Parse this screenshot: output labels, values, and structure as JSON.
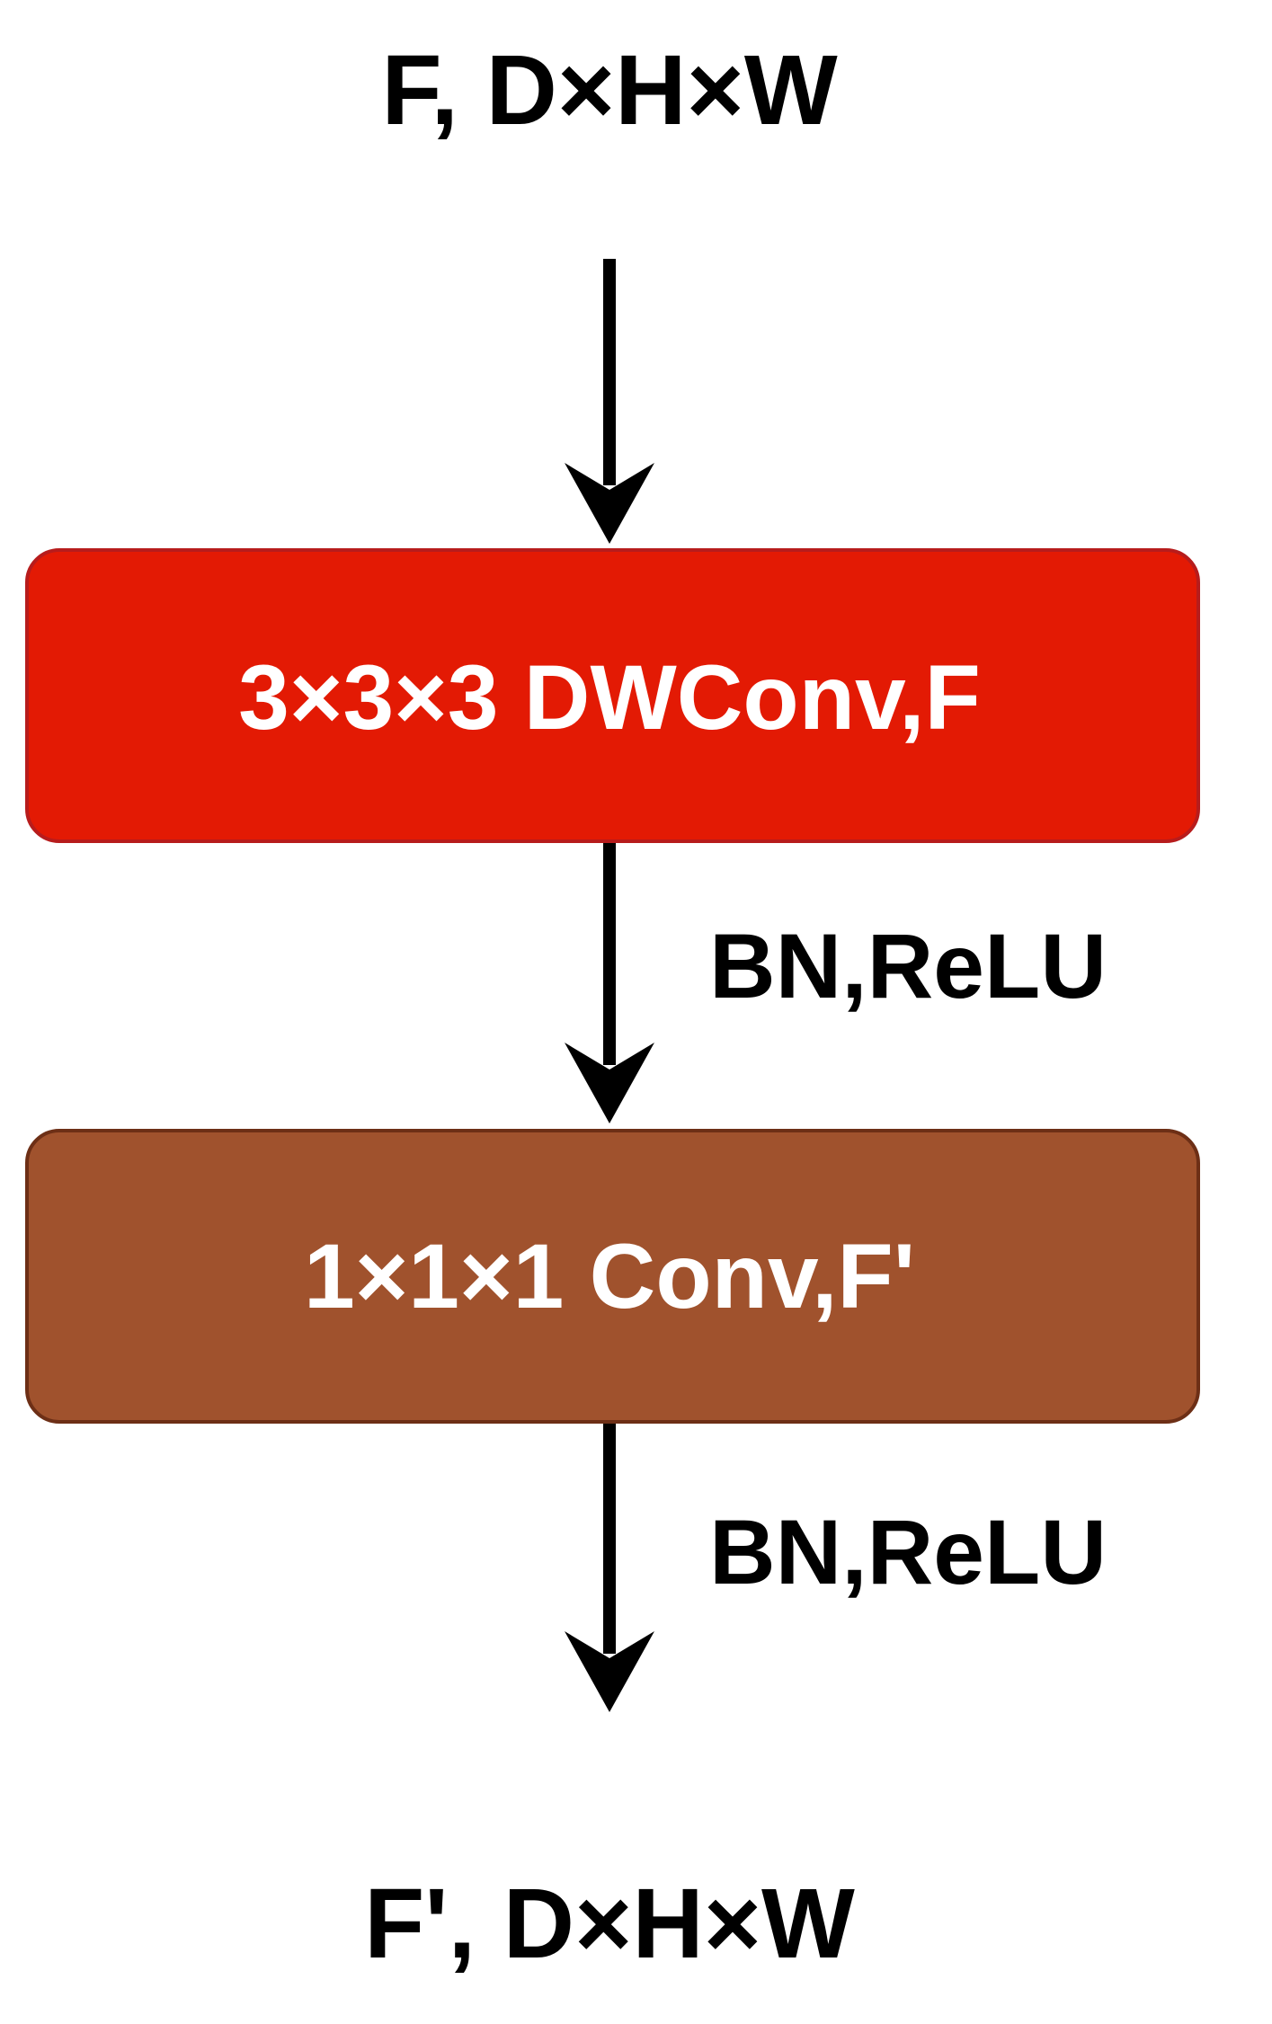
{
  "input_label": "F, D×H×W",
  "output_label": "F', D×H×W",
  "blocks": [
    {
      "label": "3×3×3 DWConv,F",
      "fill": "#e31a04",
      "stroke": "#b71c1c",
      "text_color": "#ffffff"
    },
    {
      "label": "1×1×1 Conv,F'",
      "fill": "#a0522d",
      "stroke": "#6d2f16",
      "text_color": "#ffffff"
    }
  ],
  "edge_labels": [
    "BN,ReLU",
    "BN,ReLU"
  ],
  "colors": {
    "arrow": "#000000",
    "text": "#000000",
    "background": "#ffffff"
  }
}
